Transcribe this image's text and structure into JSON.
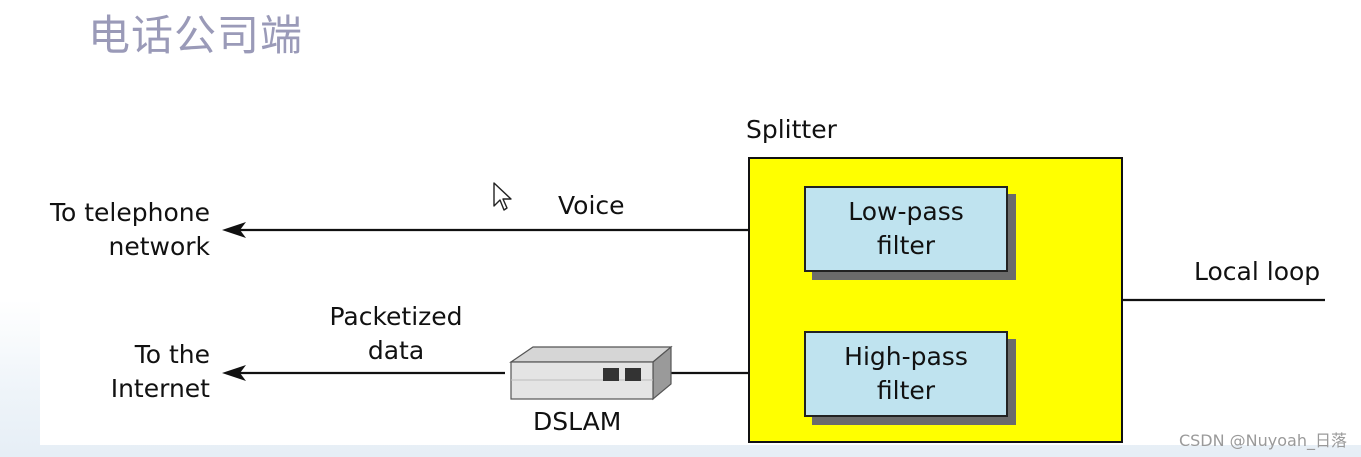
{
  "slide": {
    "title": "电话公司端"
  },
  "diagram": {
    "splitter_label": "Splitter",
    "low_pass": {
      "line1": "Low-pass",
      "line2": "filter"
    },
    "high_pass": {
      "line1": "High-pass",
      "line2": "filter"
    },
    "voice_label": "Voice",
    "packetized": {
      "line1": "Packetized",
      "line2": "data"
    },
    "to_telephone": {
      "line1": "To telephone",
      "line2": "network"
    },
    "to_internet": {
      "line1": "To the",
      "line2": "Internet"
    },
    "local_loop_label": "Local loop",
    "dslam_label": "DSLAM",
    "colors": {
      "splitter_fill": "#ffff00",
      "filter_fill": "#bfe3ef",
      "title_color": "#9a9ab8"
    }
  },
  "watermark": "CSDN @Nuyoah_日落"
}
